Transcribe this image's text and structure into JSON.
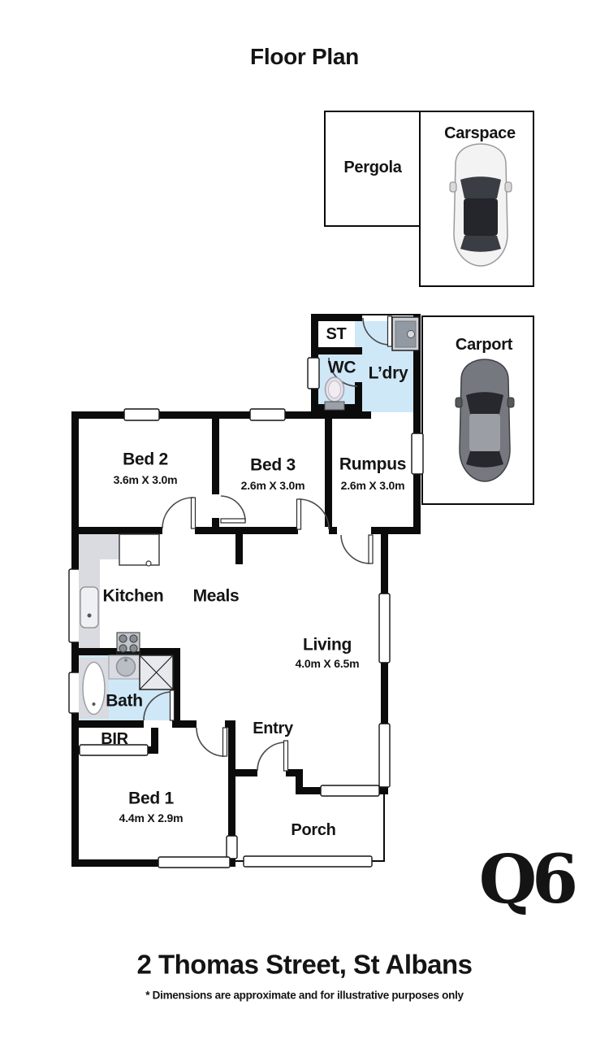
{
  "title": "Floor Plan",
  "outdoor": {
    "pergola": {
      "label": "Pergola"
    },
    "carspace": {
      "label": "Carspace"
    },
    "carport": {
      "label": "Carport"
    }
  },
  "rooms": {
    "st": {
      "label": "ST"
    },
    "wc": {
      "label": "WC"
    },
    "laundry": {
      "label": "L’dry"
    },
    "bed2": {
      "label": "Bed 2",
      "dims": "3.6m X 3.0m"
    },
    "bed3": {
      "label": "Bed 3",
      "dims": "2.6m X 3.0m"
    },
    "rumpus": {
      "label": "Rumpus",
      "dims": "2.6m X 3.0m"
    },
    "kitchen": {
      "label": "Kitchen"
    },
    "meals": {
      "label": "Meals"
    },
    "living": {
      "label": "Living",
      "dims": "4.0m X 6.5m"
    },
    "bath": {
      "label": "Bath"
    },
    "bir": {
      "label": "BIR"
    },
    "bed1": {
      "label": "Bed 1",
      "dims": "4.4m X 2.9m"
    },
    "entry": {
      "label": "Entry"
    },
    "porch": {
      "label": "Porch"
    }
  },
  "branding": {
    "logo": "Q6"
  },
  "footer": {
    "address": "2 Thomas Street, St Albans",
    "disclaimer": "* Dimensions are approximate and for illustrative purposes only"
  },
  "colors": {
    "wall": "#0b0b0b",
    "wet_area": "#cfe8f8",
    "fixture": "#d9dbe0",
    "background": "#ffffff"
  },
  "icons": [
    "car-top-view-white",
    "car-top-view-gray",
    "bathtub-icon",
    "shower-icon",
    "basin-icon",
    "sink-icon",
    "stove-icon",
    "oven-icon",
    "toilet-icon",
    "washing-machine-icon"
  ]
}
